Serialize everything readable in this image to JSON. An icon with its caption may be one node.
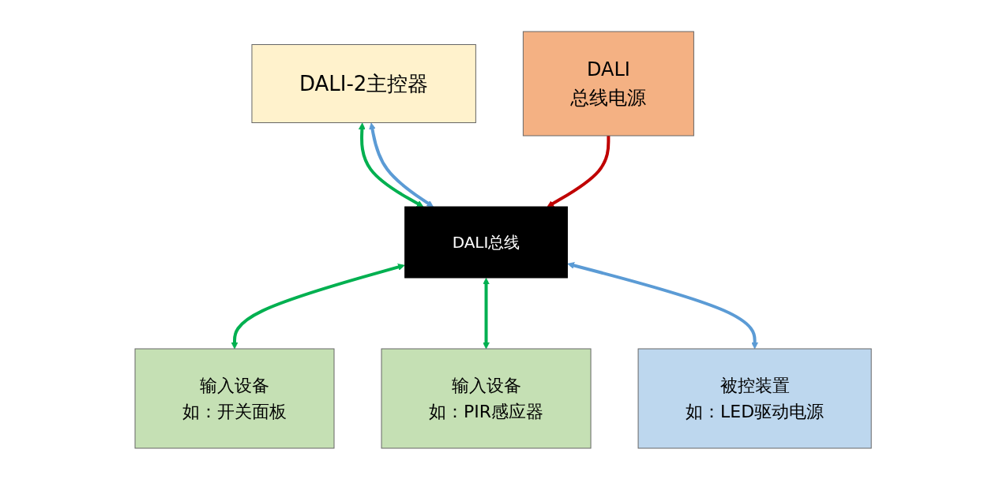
{
  "diagram": {
    "nodes": [
      {
        "text": [
          "DALI-2主控器"
        ]
      },
      {
        "text": [
          "DALI",
          "总线电源"
        ]
      },
      {
        "text": [
          "DALI总线"
        ]
      },
      {
        "text": [
          "输入设备",
          "如：开关面板"
        ]
      },
      {
        "text": [
          "输入设备",
          "如：PIR感应器"
        ]
      },
      {
        "text": [
          "被控装置",
          "如：LED驱动电源"
        ]
      }
    ],
    "edges": [
      {
        "from": 0,
        "to": 2,
        "arrow": "both"
      },
      {
        "from": 0,
        "to": 2,
        "arrow": "both",
        "color": "#5b9bd5"
      },
      {
        "from": 1,
        "to": 2,
        "arrow": "to",
        "color": "#c00000"
      },
      {
        "from": 2,
        "to": 3,
        "arrow": "both"
      },
      {
        "from": 2,
        "to": 4,
        "arrow": "both"
      },
      {
        "from": 2,
        "to": 5,
        "arrow": "both",
        "color": "#5b9bd5"
      }
    ]
  }
}
